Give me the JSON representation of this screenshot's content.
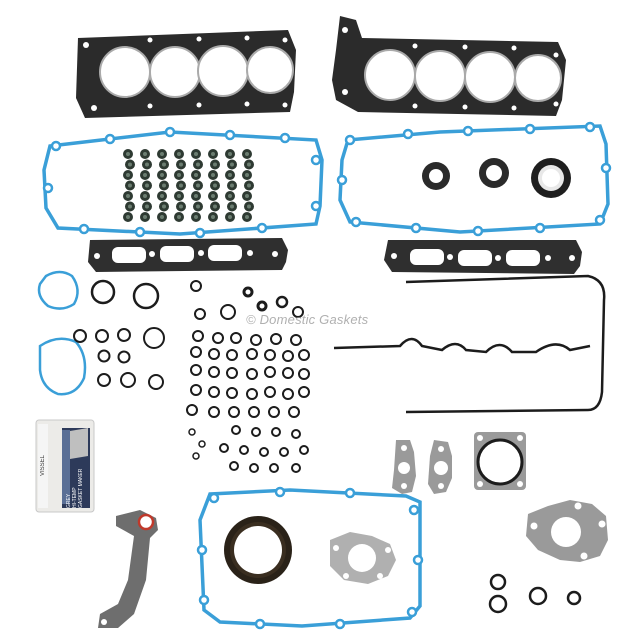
{
  "watermark": "© Domestic Gaskets",
  "sealant_tube": {
    "brand": "VISSEL",
    "label_lines": [
      "GREY",
      "HI-TEMP",
      "GASKET MAKER"
    ]
  },
  "colors": {
    "metal_gasket": "#2b2b2b",
    "blue_gasket": "#3a9fd8",
    "rubber_black": "#1c1c1c",
    "steel_gray": "#9a9a9a",
    "background": "#ffffff"
  },
  "parts": {
    "head_gasket_count": 2,
    "valve_cover_gasket_count": 2,
    "intake_gasket_count": 2,
    "valve_stem_seal_rows": 7,
    "valve_stem_seal_cols": 8
  }
}
